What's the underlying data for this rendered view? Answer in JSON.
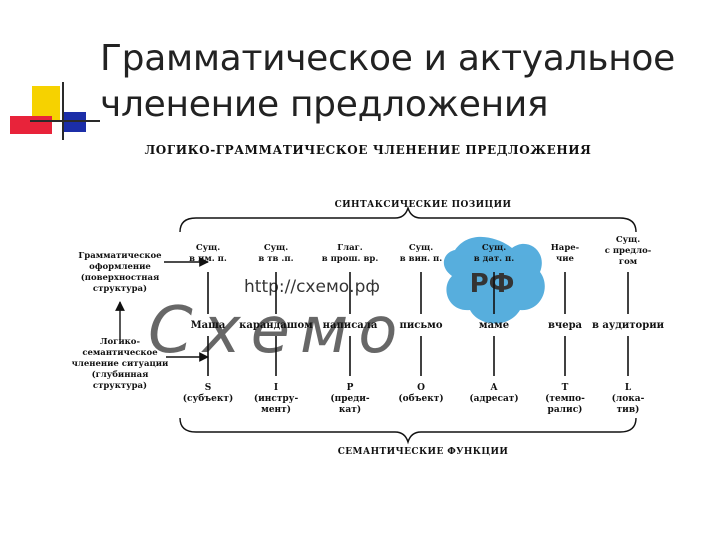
{
  "slide": {
    "title_lines": [
      "Грамматическое и актуальное",
      "членение предложения"
    ],
    "accent_colors": {
      "yellow": "#f6d200",
      "red": "#e8233a",
      "blue": "#1c2ea8"
    }
  },
  "figure": {
    "heading": "ЛОГИКО-ГРАММАТИЧЕСКОЕ ЧЛЕНЕНИЕ ПРЕДЛОЖЕНИЯ",
    "top_caption": "СИНТАКСИЧЕСКИЕ ПОЗИЦИИ",
    "bottom_caption": "СЕМАНТИЧЕСКИЕ ФУНКЦИИ",
    "left_top_label": [
      "Грамматическое",
      "оформление",
      "(поверхностная",
      "структура)"
    ],
    "left_bottom_label": [
      "Логико-",
      "семантическое",
      "членение ситуации",
      "(глубинная",
      "структура)"
    ],
    "columns": [
      {
        "position": [
          "Сущ.",
          "в им. п."
        ],
        "word": "Маша",
        "function": [
          "S",
          "(субъект)"
        ]
      },
      {
        "position": [
          "Сущ.",
          "в тв .п."
        ],
        "word": "карандашом",
        "function": [
          "I",
          "(инстру-",
          "мент)"
        ]
      },
      {
        "position": [
          "Глаг.",
          "в прош. вр."
        ],
        "word": "написала",
        "function": [
          "P",
          "(преди-",
          "кат)"
        ]
      },
      {
        "position": [
          "Сущ.",
          "в вин. п."
        ],
        "word": "письмо",
        "function": [
          "O",
          "(объект)"
        ]
      },
      {
        "position": [
          "Сущ.",
          "в дат. п."
        ],
        "word": "маме",
        "function": [
          "A",
          "(адресат)"
        ]
      },
      {
        "position": [
          "Наре-",
          "чие"
        ],
        "word": "вчера",
        "function": [
          "T",
          "(темпо-",
          "ралис)"
        ]
      },
      {
        "position": [
          "Сущ.",
          "с предло-",
          "гом"
        ],
        "word": "в аудитории",
        "function": [
          "L",
          "(лока-",
          "тив)"
        ]
      }
    ]
  },
  "watermark": {
    "url": "http://схемо.рф",
    "logo": "Схемо",
    "badge": "РФ",
    "colors": {
      "blue": "#3aa0d8",
      "light": "#8fd3f2"
    }
  }
}
